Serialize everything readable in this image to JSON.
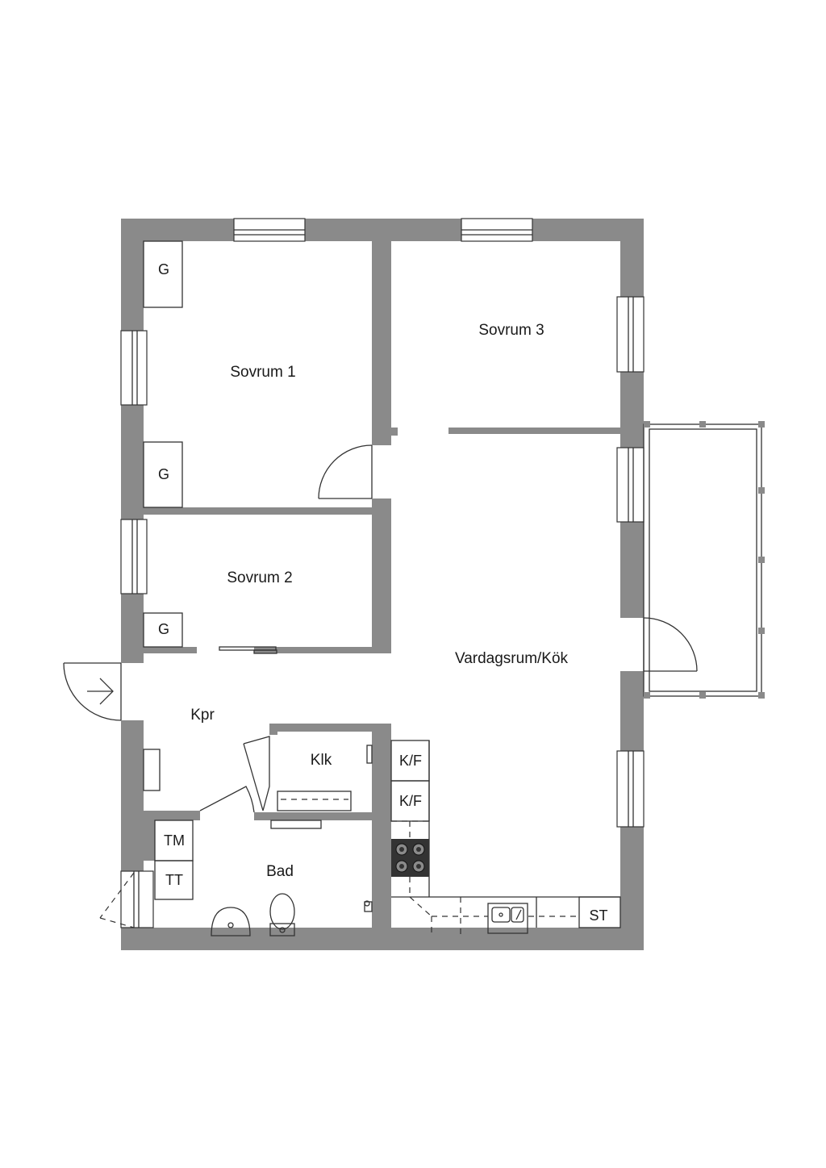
{
  "rooms": {
    "sovrum1": "Sovrum 1",
    "sovrum2": "Sovrum 2",
    "sovrum3": "Sovrum 3",
    "vardagsrum_kok": "Vardagsrum/Kök",
    "kpr": "Kpr",
    "klk": "Klk",
    "bad": "Bad"
  },
  "fixtures": {
    "garderob1": "G",
    "garderob2": "G",
    "garderob3": "G",
    "kyl_frys1": "K/F",
    "kyl_frys2": "K/F",
    "tvattmaskin": "TM",
    "torktumlare": "TT",
    "stadskap": "ST"
  },
  "colors": {
    "wall": "#8a8a8a",
    "line": "#333333",
    "background": "#ffffff"
  }
}
